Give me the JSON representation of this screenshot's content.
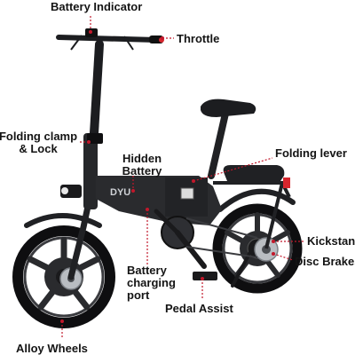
{
  "labels": {
    "battery_indicator": "Battery Indicator",
    "throttle": "Throttle",
    "folding_clamp_line1": "Folding clamp",
    "folding_clamp_line2": "& Lock",
    "hidden_battery_line1": "Hidden",
    "hidden_battery_line2": "Battery",
    "folding_lever": "Folding lever",
    "kickstand": "Kickstand",
    "disc_brakes": "Disc Brakes",
    "battery_port_line1": "Battery",
    "battery_port_line2": "charging",
    "battery_port_line3": "port",
    "pedal_assist": "Pedal Assist",
    "alloy_wheels": "Alloy Wheels"
  },
  "brand": {
    "logo_text": "DYU"
  },
  "colors": {
    "frame": "#2a2b2e",
    "frame_dark": "#141517",
    "tire": "#0e0e10",
    "rim": "#3a3b3f",
    "callout_line": "#c2182b",
    "callout_text": "#141414",
    "reflector": "#d7262e",
    "background": "#ffffff"
  },
  "icons": {
    "dyu_logo": "dyu-logo-icon",
    "headlight": "headlight-icon",
    "brake_disc": "brake-disc-icon"
  }
}
